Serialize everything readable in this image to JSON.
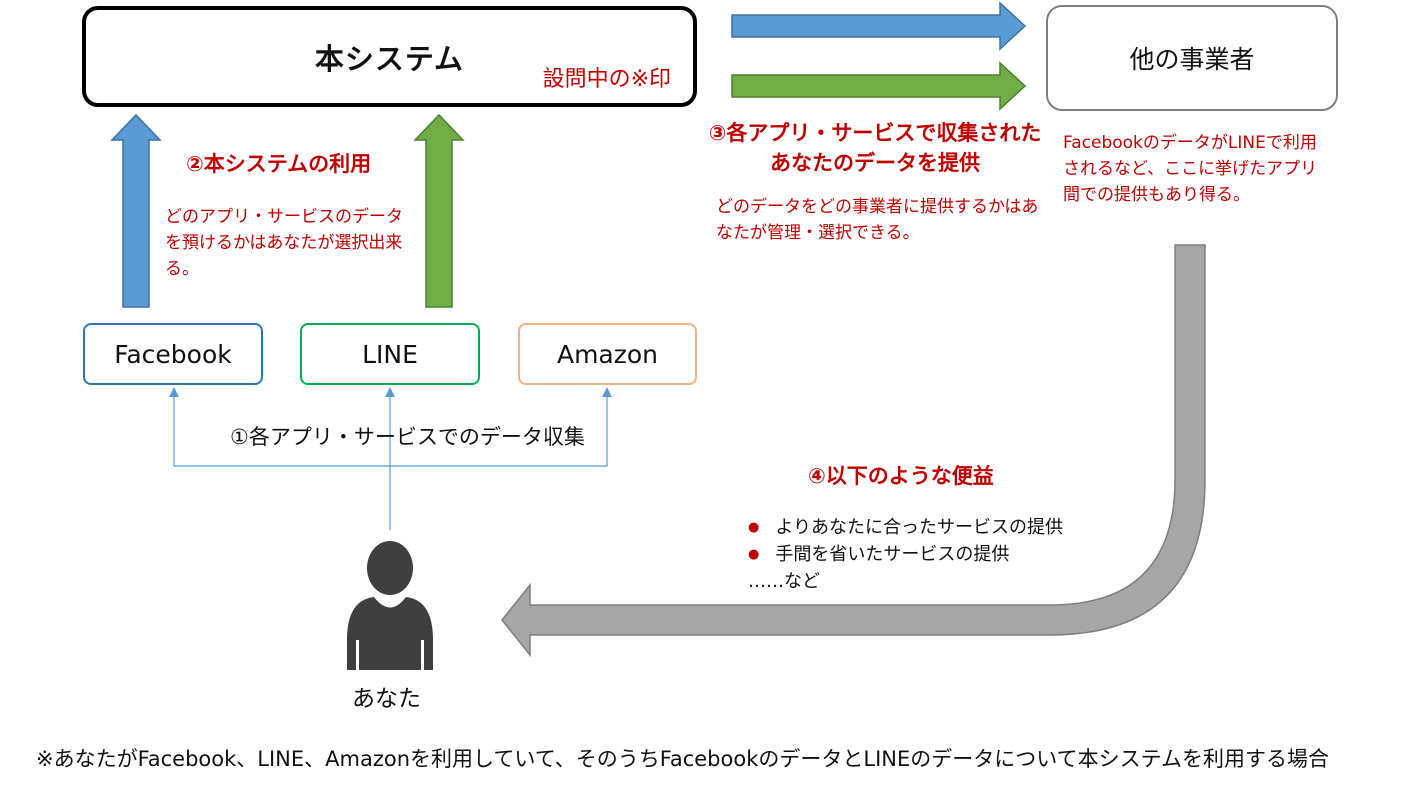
{
  "main_system": {
    "title": "本システム",
    "note": "設問中の※印"
  },
  "other_business": {
    "label": "他の事業者"
  },
  "services": {
    "facebook": "Facebook",
    "line": "LINE",
    "amazon": "Amazon"
  },
  "step1": {
    "label": "①各アプリ・サービスでのデータ収集"
  },
  "step2": {
    "title": "②本システムの利用",
    "description": "どのアプリ・サービスのデータを預けるかはあなたが選択出来る。"
  },
  "step3": {
    "title_line1": "③各アプリ・サービスで収集された",
    "title_line2": "あなたのデータを提供",
    "description": "どのデータをどの事業者に提供するかはあなたが管理・選択できる。"
  },
  "other_note": "FacebookのデータがLINEで利用されるなど、ここに挙げたアプリ間での提供もあり得る。",
  "step4": {
    "title": "④以下のような便益",
    "benefits": [
      "よりあなたに合ったサービスの提供",
      "手間を省いたサービスの提供"
    ],
    "more": "……など"
  },
  "user": {
    "label": "あなた"
  },
  "footnote": "※あなたがFacebook、LINE、Amazonを利用していて、そのうちFacebookのデータとLINEのデータについて本システムを利用する場合",
  "colors": {
    "blue_arrow": "#5b9bd5",
    "green_arrow": "#70ad47",
    "gray_arrow": "#a6a6a6",
    "accent_red": "#c00000",
    "person": "#3f3f3f"
  },
  "icons": {
    "user": "person-icon"
  }
}
